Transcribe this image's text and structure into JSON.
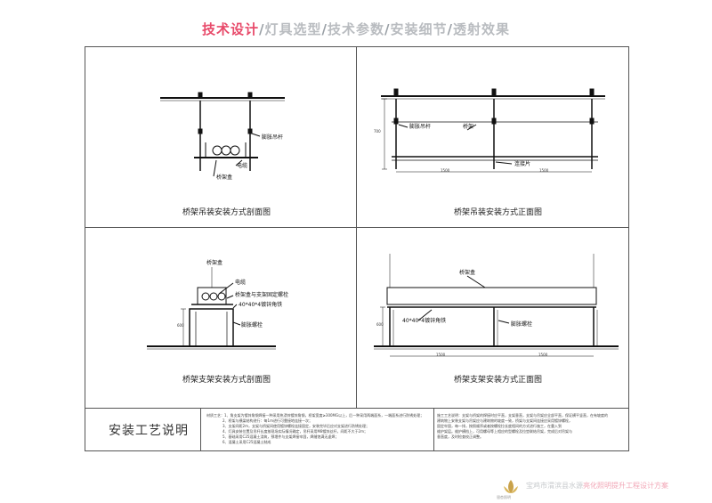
{
  "header": {
    "part1": "技术设计",
    "sep": "/",
    "part2": "灯具选型",
    "part3": "技术参数",
    "part4": "安装细节",
    "part5": "透射效果"
  },
  "panels": {
    "tl_caption": "桥架吊装安装方式剖面图",
    "tr_caption": "桥架吊装安装方式正面图",
    "bl_caption": "桥架支架安装方式剖面图",
    "br_caption": "桥架支架安装方式正面图"
  },
  "labels": {
    "expansion_rod": "膨胀吊杆",
    "cable": "电缆",
    "tray_box": "桥架盒",
    "tray": "桥架",
    "connector": "连接片",
    "tray_box_fix": "桥架盒与支架固定螺栓",
    "angle_steel": "40*40*4镀锌角铁",
    "expansion_bolt": "膨胀螺栓"
  },
  "dims": {
    "tr_height": "700",
    "tr_span1": "1500",
    "tr_span2": "1500",
    "bl_height": "600",
    "br_height": "600",
    "br_span1": "1500",
    "br_span2": "1500"
  },
  "process": {
    "title": "安装工艺说明",
    "left_lines": [
      "材质工艺：1、角支架为镀锌角钢焊接一种采用热浸锌镀锌角钢，桥架宽度≥300MG以上，后一种采用两端面系，一端面系进行防锈处理；",
      "2、桥架与横梁结构进行：每1m进行可靠接地连接一次；",
      "3、支架间距2m，支架与桥架间使用镀锌螺栓连接固定，安装完毕后应对支架进行防锈处理；",
      "4、灯具安装位置及吊杆长度按现场实际情况确定，吊杆采用M8镀锌丝杆，间距不大于2m；",
      "5、基础采用C25混凝土浇筑，预埋件与支架焊接牢固，焊缝饱满无虚焊；",
      "6、混凝土采用C25混凝土制成"
    ],
    "right_lines": [
      "施工工艺说明：支架与桥架的焊接时应平直，支架垂直，支架与吊架应全部平直，保证横平竖直，在有坡度的",
      "建筑物上安装支架与吊架应与建筑物的坡度一致，桥架与支架间连接应采用镀锌螺栓，",
      "固定牢固，每一排，按照顺序或者按螺栓拉长度相间的方式进行施工，在重入到",
      "维护架层。维护横档上，可用螺母等上相应的型螺栓及拉垫联结吊架，完成后对吊架与",
      "垂直度，及时检查校正调整。"
    ]
  },
  "footer": {
    "part1": "宝鸡市渭滨县水源",
    "part2": "亮化照明提升工程设计方案",
    "logo_text": "银杏照明"
  }
}
